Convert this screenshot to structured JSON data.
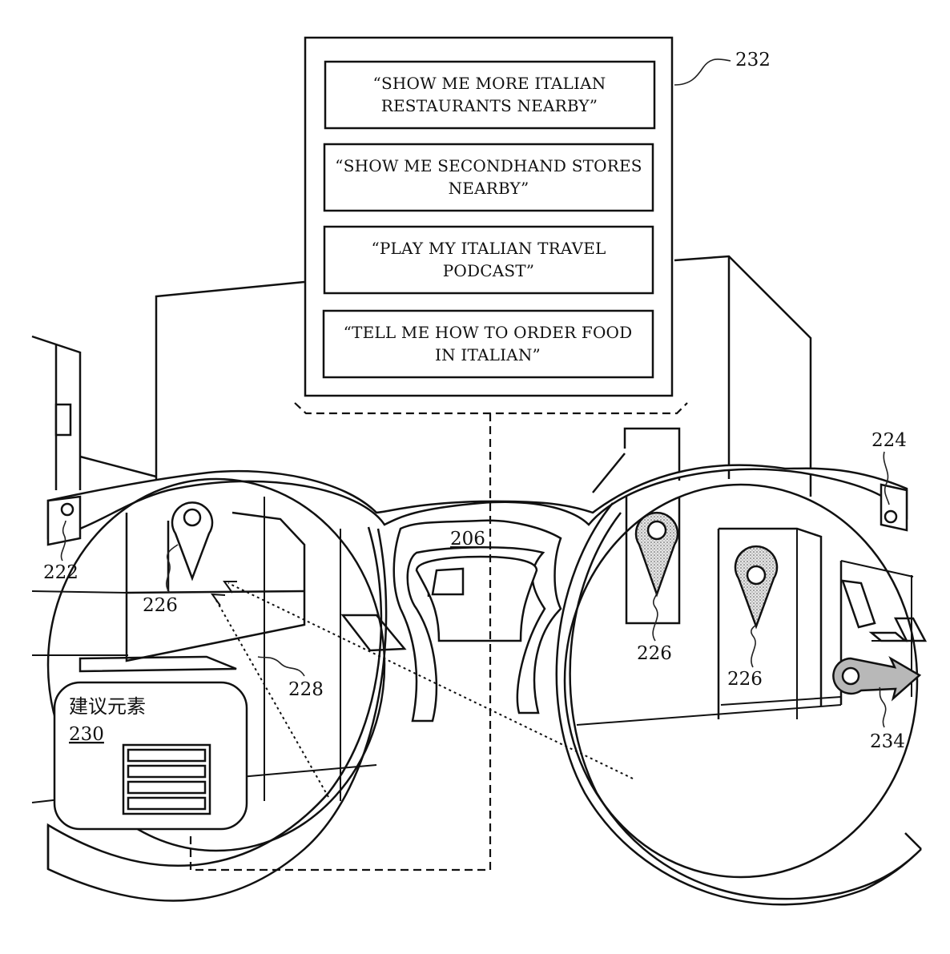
{
  "suggestions": [
    "“SHOW ME MORE ITALIAN",
    "RESTAURANTS NEARBY”",
    "“SHOW ME SECONDHAND STORES",
    "NEARBY”",
    "“PLAY MY ITALIAN TRAVEL",
    "PODCAST”",
    "“TELL ME HOW TO ORDER FOOD",
    "IN ITALIAN”"
  ],
  "element_panel": {
    "title": "建议元素",
    "ref": "230"
  },
  "refs": {
    "suggestion_panel": "232",
    "frame": "206",
    "left_hinge": "222",
    "right_hinge": "224",
    "pin_left": "226",
    "pin_right_a": "226",
    "pin_right_b": "226",
    "gaze": "228",
    "direction_arrow": "234"
  }
}
